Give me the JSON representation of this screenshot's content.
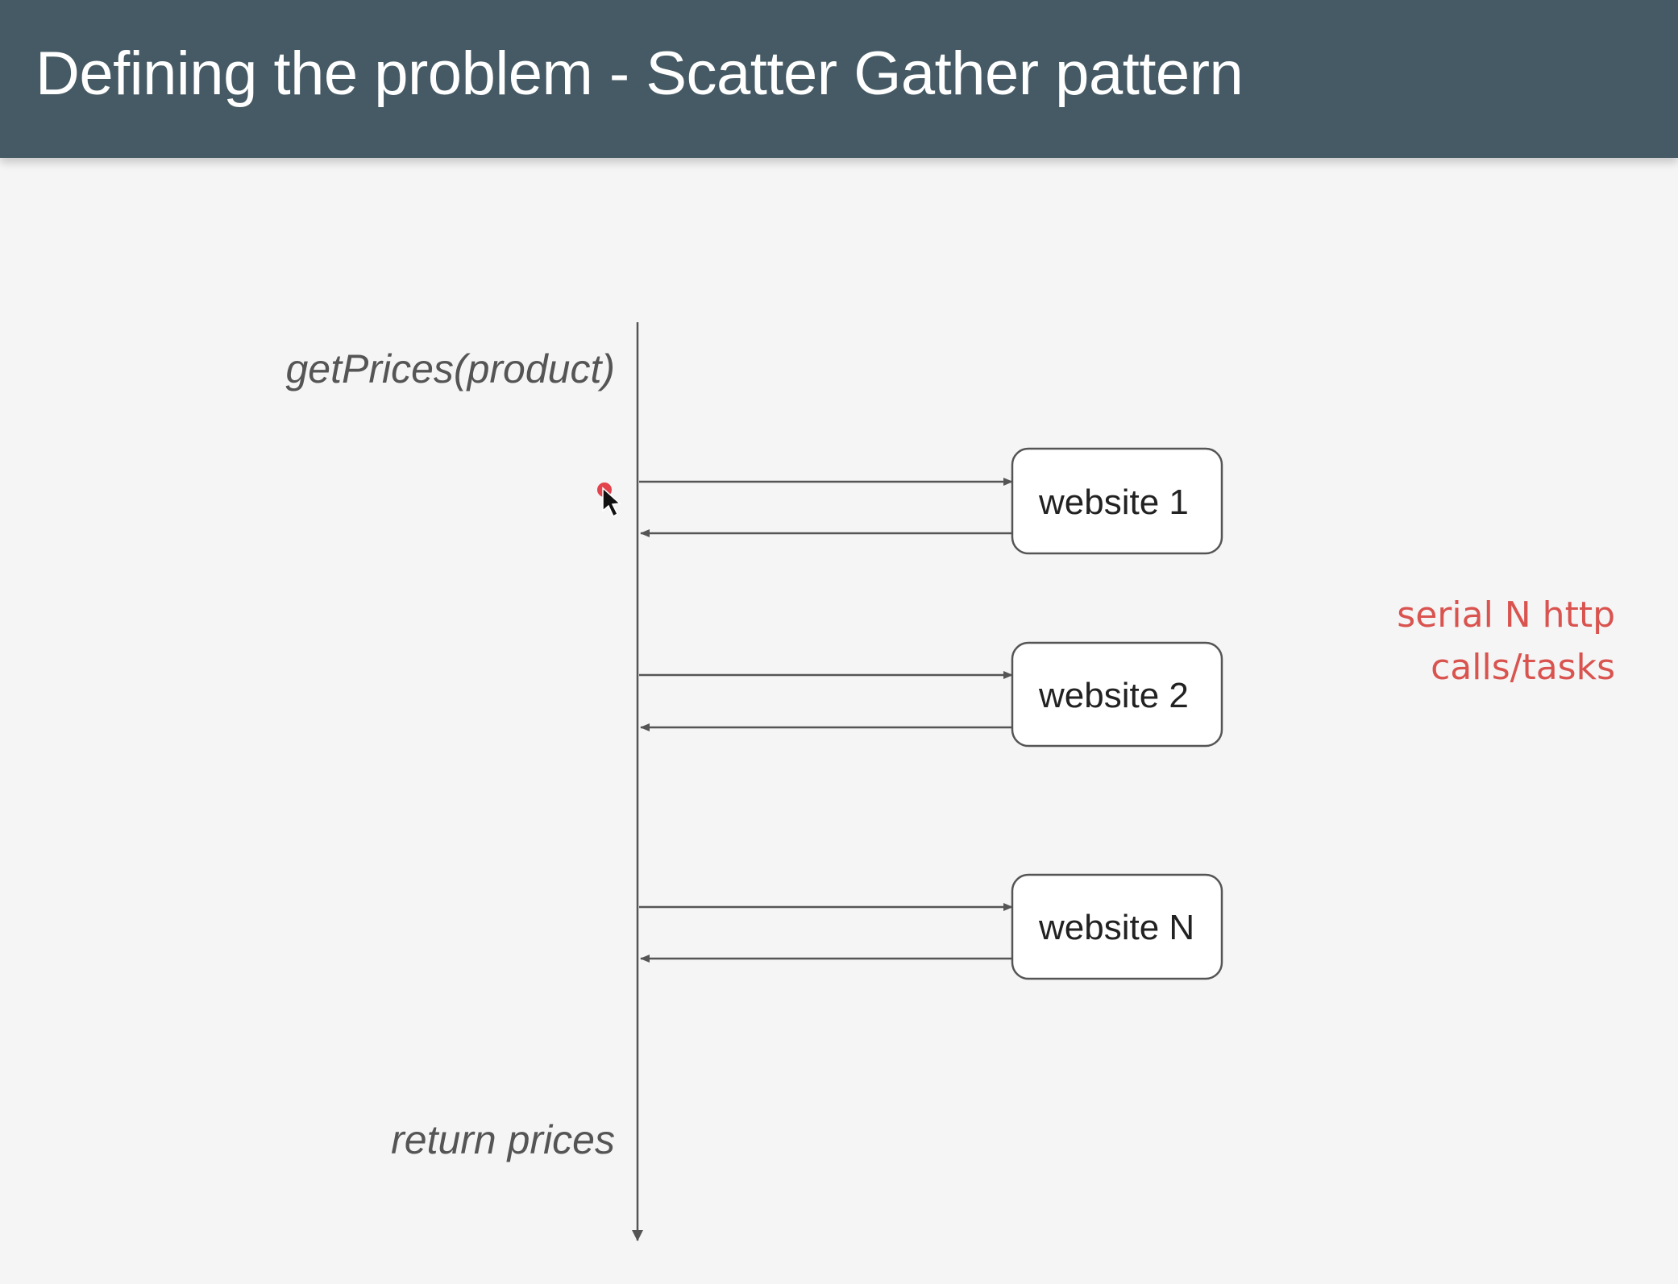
{
  "header": {
    "title": "Defining the problem - Scatter Gather pattern"
  },
  "diagram": {
    "call_label": "getPrices(product)",
    "return_label": "return prices",
    "websites": [
      {
        "label": "website 1"
      },
      {
        "label": "website 2"
      },
      {
        "label": "website N"
      }
    ],
    "note": {
      "line1": "serial N http",
      "line2": "calls/tasks",
      "color": "#d9534f"
    }
  },
  "colors": {
    "title_bar": "#455a64",
    "background": "#f5f5f5",
    "lines": "#555555"
  }
}
